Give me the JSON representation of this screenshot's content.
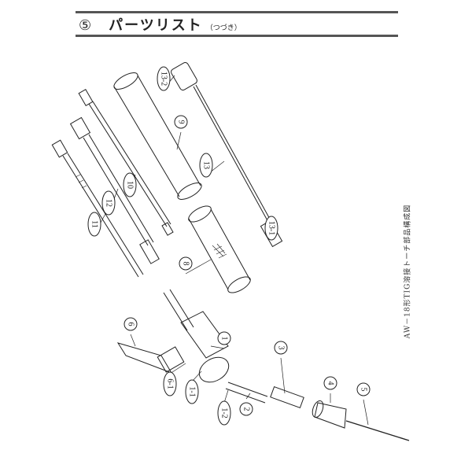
{
  "header": {
    "section_number": "⑤",
    "title": "パーツリスト",
    "subtitle": "（つづき）"
  },
  "caption": "AW－18形TIG溶接トーチ部品構成図",
  "callouts": [
    "13-2",
    "9",
    "13",
    "10",
    "12",
    "11",
    "13-1",
    "8",
    "6",
    "1",
    "6-1",
    "1-1",
    "1-2",
    "2",
    "3",
    "4",
    "5"
  ]
}
